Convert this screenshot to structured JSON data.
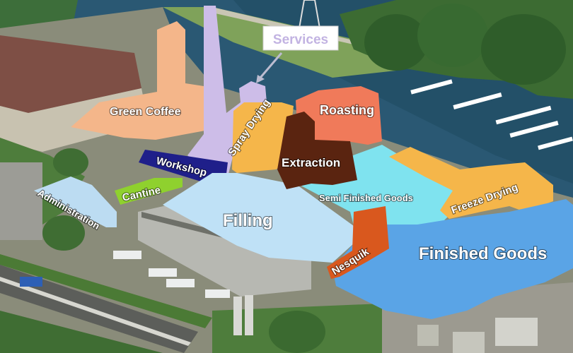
{
  "diagram": {
    "areas": [
      {
        "key": "services",
        "label": "Services"
      },
      {
        "key": "green_coffee",
        "label": "Green Coffee"
      },
      {
        "key": "spray_drying",
        "label": "Spray Drying"
      },
      {
        "key": "roasting",
        "label": "Roasting"
      },
      {
        "key": "workshop",
        "label": "Workshop"
      },
      {
        "key": "extraction",
        "label": "Extraction"
      },
      {
        "key": "cantine",
        "label": "Cantine"
      },
      {
        "key": "administration",
        "label": "Administration"
      },
      {
        "key": "semi_finished_goods",
        "label": "Semi Finished Goods"
      },
      {
        "key": "freeze_drying",
        "label": "Freeze Drying"
      },
      {
        "key": "filling",
        "label": "Filling"
      },
      {
        "key": "nesquik",
        "label": "Nesquik"
      },
      {
        "key": "finished_goods",
        "label": "Finished Goods"
      }
    ]
  },
  "colors": {
    "green_coffee": "#f4b68a",
    "services": "#cdbde8",
    "spray_drying": "#f5b64a",
    "roasting": "#f07a5a",
    "extraction": "#5a2410",
    "workshop": "#1f1f8a",
    "cantine": "#8fd12e",
    "administration": "#bcdcf2",
    "filling": "#bfe1f6",
    "semi_finished_goods": "#7fe3ef",
    "freeze_drying": "#f5b64a",
    "nesquik": "#d9581e",
    "finished_goods": "#5aa4e6"
  }
}
